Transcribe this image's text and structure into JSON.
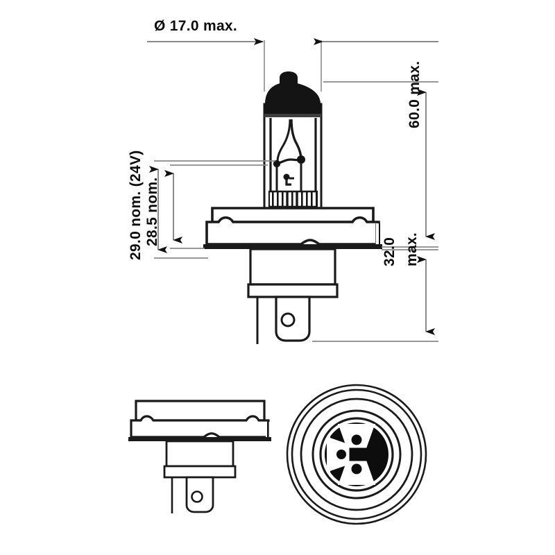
{
  "drawing": {
    "title": "Automotive halogen lamp outline drawing",
    "units": "mm",
    "line_color": "#1a1a1a",
    "dimension_line_color": "#808080",
    "fill_color": "#ffffff",
    "background_color": "#ffffff",
    "views": [
      {
        "name": "front-elevation",
        "label": ""
      },
      {
        "name": "side-elevation",
        "label": ""
      },
      {
        "name": "base-end-view",
        "label": ""
      }
    ]
  },
  "dimensions": {
    "diameter_max": {
      "text": "Ø 17.0 max.",
      "value": 17.0,
      "symbol": "Ø",
      "qualifier": "max.",
      "orientation": "horizontal"
    },
    "height_overall_max": {
      "text": "60.0 max.",
      "value": 60.0,
      "qualifier": "max.",
      "orientation": "vertical"
    },
    "base_length_max": {
      "line1": "32.0",
      "line2": "max.",
      "value": 32.0,
      "qualifier": "max.",
      "orientation": "vertical"
    },
    "filament_nom_24v": {
      "text": "29.0 nom. (24V)",
      "value": 29.0,
      "qualifier": "nom.",
      "voltage": "(24V)",
      "orientation": "vertical"
    },
    "filament_nom_secondary": {
      "text": "28.5 nom.",
      "value": 28.5,
      "qualifier": "nom.",
      "orientation": "vertical"
    }
  },
  "base_end_view": {
    "ring_count": 5,
    "terminal_count": 3,
    "terminal_positions": [
      "top",
      "bottom",
      "left"
    ],
    "disc_color": "#0d0d0d",
    "terminal_color": "#ffffff"
  }
}
